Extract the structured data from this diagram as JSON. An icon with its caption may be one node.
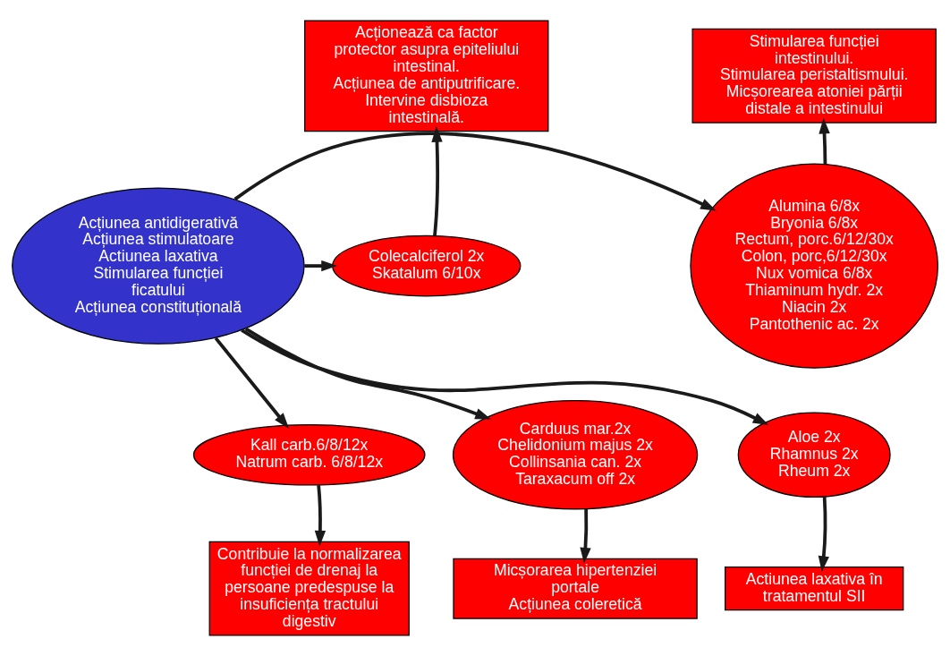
{
  "diagram": {
    "nodes": [
      {
        "text": [
          "Acționează ca factor protector asupra epiteliului intestinal.",
          "Acțiunea de antiputrificare.",
          "Intervine disbioza intestinală."
        ]
      },
      {
        "text": [
          "Stimularea funcției intestinului.",
          "Stimularea peristaltismului.",
          "Micșorearea atoniei părții distale a intestinului"
        ]
      },
      {
        "text": [
          "Colecalciferol 2x",
          "Skatalum 6/10x"
        ]
      },
      {
        "text": [
          "Acțiunea antidigerativă",
          "Acțiunea stimulatoare",
          "Actiunea laxativa",
          "Stimularea funcției ficatului",
          "Acțiunea constituțională"
        ]
      },
      {
        "text": [
          "Alumina 6/8x",
          "Bryonia 6/8x",
          "Rectum, porc.6/12/30x",
          "Colon, porc,6/12/30x",
          "Nux vomica 6/8x",
          "Thiaminum hydr. 2x",
          "Niacin 2x",
          "Pantothenic ac. 2x"
        ]
      },
      {
        "text": [
          "Kall carb.6/8/12x",
          "Natrum carb. 6/8/12x"
        ]
      },
      {
        "text": [
          "Aloe 2x",
          "Rhamnus 2x",
          "Rheum 2x"
        ]
      },
      {
        "text": [
          "Carduus mar.2x",
          "Chelidonium majus 2x",
          "Collinsania can. 2x",
          "Taraxacum off 2x"
        ]
      },
      {
        "text": [
          "Contribuie la normalizarea funcției de drenaj la persoane predespuse la insuficiența tractului digestiv"
        ]
      },
      {
        "text": [
          "Micșorarea hipertenziei portale",
          "Acțiunea coleretică"
        ]
      },
      {
        "text": [
          "Actiunea laxativa în tratamentul SII"
        ]
      }
    ],
    "edges": [
      {
        "from": 3,
        "to": 2,
        "arrow": "to"
      },
      {
        "from": 3,
        "to": 4,
        "arrow": "to"
      },
      {
        "from": 3,
        "to": 5,
        "arrow": "to"
      },
      {
        "from": 3,
        "to": 6,
        "arrow": "to"
      },
      {
        "from": 3,
        "to": 7,
        "arrow": "to"
      },
      {
        "from": 2,
        "to": 0,
        "arrow": "to"
      },
      {
        "from": 4,
        "to": 1,
        "arrow": "to"
      },
      {
        "from": 5,
        "to": 8,
        "arrow": "to"
      },
      {
        "from": 7,
        "to": 9,
        "arrow": "to"
      },
      {
        "from": 6,
        "to": 10,
        "arrow": "to"
      }
    ]
  }
}
